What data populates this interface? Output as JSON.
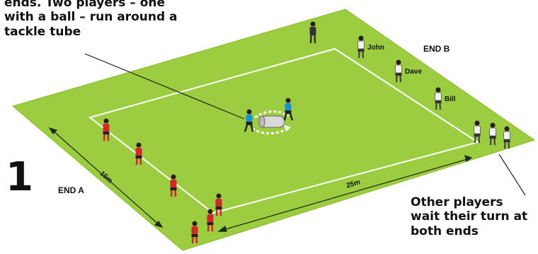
{
  "intro_text": [
    "ends. Two players – one",
    "with a ball – run around a",
    "tackle tube"
  ],
  "drill_number": "1",
  "end_a_label": "END A",
  "end_b_label": "END B",
  "width_label": "15m",
  "length_label": "25m",
  "player_names": [
    "John",
    "Dave",
    "Bill"
  ],
  "note_text": [
    "Other players",
    "wait their turn at",
    "both ends"
  ],
  "colors": {
    "pitch": "#9ccc3f",
    "pitch_edge": "#85b332",
    "lines": "#ffffff",
    "red_team": "#d1262b",
    "blue_team": "#1a8fd6",
    "white_team": "#f3f3f3",
    "referee": "#333333"
  }
}
